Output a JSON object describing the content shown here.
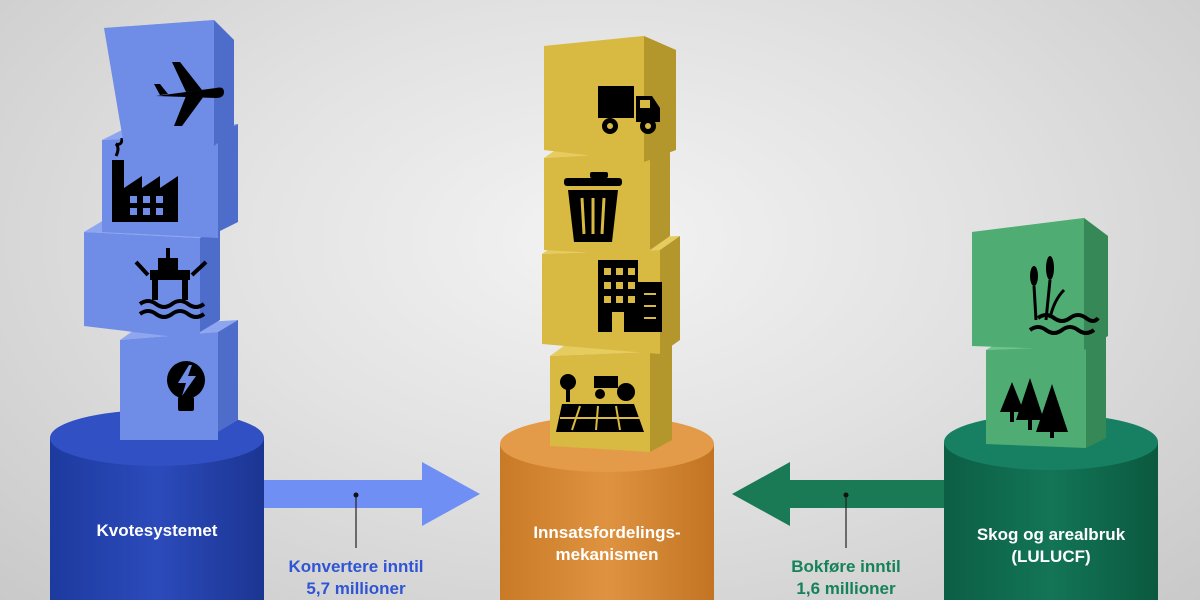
{
  "colors": {
    "blue_cube": "#6f8de6",
    "blue_pillar": "#2440a8",
    "blue_arrow": "#6f8ff5",
    "yellow_cube": "#d8b941",
    "orange_pillar": "#d2862f",
    "green_cube": "#4fad73",
    "green_pillar": "#0f6b4e",
    "green_arrow": "#197a55",
    "blue_text": "#2f55d4",
    "green_text": "#16825a",
    "icon": "#000000"
  },
  "pillars": [
    {
      "id": "eu-ets",
      "label": "Kvotesystemet",
      "icons": [
        "airplane-icon",
        "factory-icon",
        "oil-platform-icon",
        "power-bulb-icon"
      ]
    },
    {
      "id": "esr",
      "label_lines": [
        "Innsatsfordelings-",
        "mekanismen"
      ],
      "icons": [
        "truck-icon",
        "trash-can-icon",
        "building-icon",
        "farm-tractor-icon"
      ]
    },
    {
      "id": "lulucf",
      "label_lines": [
        "Skog og arealbruk",
        "(LULUCF)"
      ],
      "icons": [
        "wetland-reeds-icon",
        "forest-trees-icon"
      ]
    }
  ],
  "arrows": [
    {
      "id": "convert",
      "direction": "right",
      "label_lines": [
        "Konvertere inntil",
        "5,7 millioner"
      ]
    },
    {
      "id": "bookkeep",
      "direction": "left",
      "label_lines": [
        "Bokføre inntil",
        "1,6 millioner"
      ]
    }
  ]
}
